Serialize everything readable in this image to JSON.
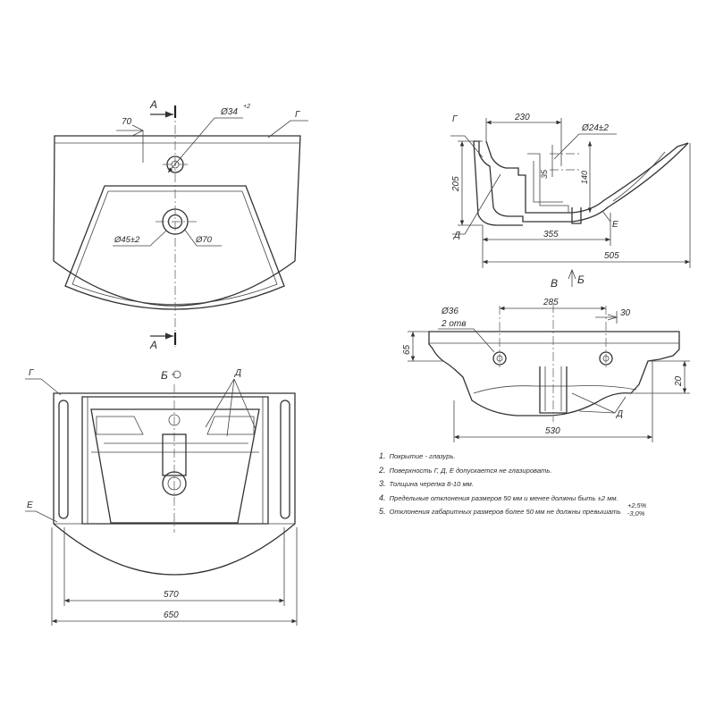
{
  "colors": {
    "line": "#333333",
    "text": "#2a2a2a",
    "background": "#ffffff"
  },
  "views": {
    "top": {
      "section_letter_top": "А",
      "section_letter_bottom": "А",
      "letter_g": "Г",
      "dim_70": "70",
      "dim_tap_hole": "Ø34",
      "dim_tap_hole_tol": "+2",
      "dim_drain": "Ø45±2",
      "dim_drain_outer": "Ø70"
    },
    "side": {
      "letter_g": "Г",
      "letter_d": "Д",
      "letter_e": "Е",
      "dim_230": "230",
      "dim_overflow": "Ø24±2",
      "dim_205": "205",
      "dim_35": "35",
      "dim_140": "140",
      "dim_355": "355",
      "dim_505": "505"
    },
    "front": {
      "label_v": "В",
      "label_b": "Б",
      "dim_hole": "Ø36",
      "dim_holes_count": "2 отв",
      "dim_285": "285",
      "dim_30": "30",
      "dim_65": "65",
      "dim_20": "20",
      "dim_530": "530",
      "letter_d": "Д"
    },
    "bottom": {
      "label_b": "Б",
      "letter_g": "Г",
      "letter_d": "Д",
      "letter_e": "Е",
      "dim_570": "570",
      "dim_650": "650"
    }
  },
  "notes": [
    {
      "num": "1.",
      "text": "Покрытие - глазурь."
    },
    {
      "num": "2.",
      "text": "Поверхность Г, Д, Е допускается не глазировать."
    },
    {
      "num": "3.",
      "text": "Толщина черепка 8-10 мм."
    },
    {
      "num": "4.",
      "text": "Предельные отклонения размеров 50 мм и менее должны быть ±2  мм."
    },
    {
      "num": "5.",
      "text": "Отклонения габаритных размеров более 50 мм не должны превышать"
    }
  ],
  "tolerance_plus": "+2,5%",
  "tolerance_minus": "-3,0%"
}
